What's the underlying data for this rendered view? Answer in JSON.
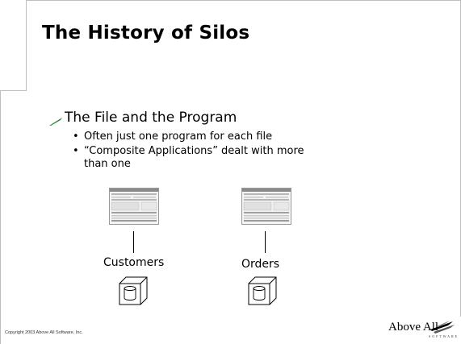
{
  "slide": {
    "title": "The History of Silos",
    "bullet": "The File and the Program",
    "sub_bullets": [
      "Often just one program for each file",
      "“Composite Applications” dealt with more than one"
    ],
    "sub_bullet_marker": "•"
  },
  "diagram": {
    "items": [
      {
        "label": "Customers",
        "screen_icon": "application-screen-icon",
        "db_icon": "database-icon"
      },
      {
        "label": "Orders",
        "screen_icon": "application-screen-icon",
        "db_icon": "database-icon"
      }
    ]
  },
  "footer": {
    "copyright": "Copyright 2003 Above All Software, Inc.",
    "logo_text": "Above All",
    "logo_sub": "SOFTWARE"
  },
  "colors": {
    "frame": "#bdbdbd",
    "bullet_marker": "#2e7d32",
    "text": "#000000"
  }
}
